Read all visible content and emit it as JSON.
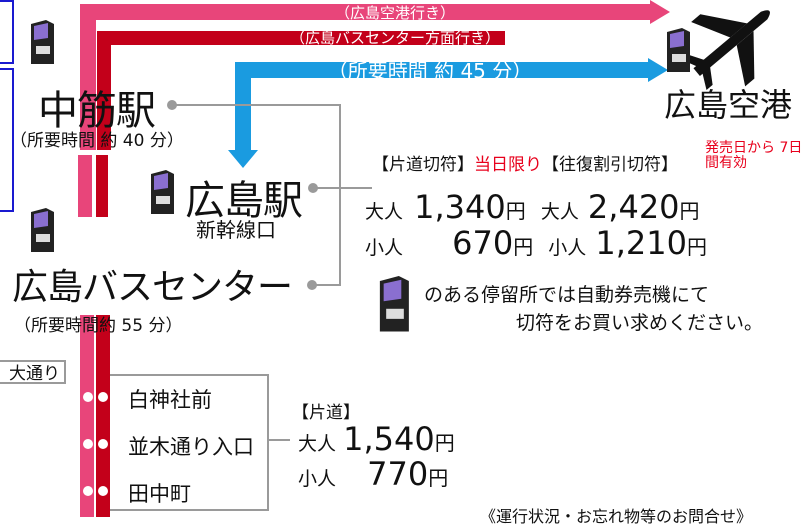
{
  "routes": {
    "airport_label": "（広島空港行き）",
    "buscenter_label": "（広島バスセンター方面行き）",
    "time_station": "（所要時間 約 45 分）"
  },
  "stations": {
    "nakasuji": {
      "name": "中筋駅",
      "time": "（所要時間 約 40 分）"
    },
    "hiroshima": {
      "name": "広島駅",
      "sub": "新幹線口"
    },
    "buscenter": {
      "name": "広島バスセンター",
      "time": "（所要時間約 55 分）"
    },
    "airport": {
      "name": "広島空港"
    }
  },
  "fares": {
    "header_oneway": "【片道切符】",
    "header_sameday": "当日限り",
    "header_return": "【往復割引切符】",
    "validity": "発売日から 7日間有効",
    "adult_label": "大人",
    "child_label": "小人",
    "adult_oneway": "1,340",
    "adult_return": "2,420",
    "child_oneway": "670",
    "child_return": "1,210",
    "yen": "円"
  },
  "ticket_note": {
    "line1": "のある停留所では自動券売機にて",
    "line2": "切符をお買い求めください。"
  },
  "lower": {
    "street": "大通り",
    "stops": [
      "白神社前",
      "並木通り入口",
      "田中町"
    ],
    "header": "【片道】",
    "adult_label": "大人",
    "child_label": "小人",
    "adult_fare": "1,540",
    "child_fare": "770",
    "yen": "円"
  },
  "footer": {
    "text": "《運行状況・お忘れ物等のお問合せ》"
  },
  "colors": {
    "pink": "#e8457a",
    "red": "#c3001a",
    "blue": "#1a9be0",
    "line_gray": "#9a9a9a",
    "accent_red": "#e8001c"
  }
}
